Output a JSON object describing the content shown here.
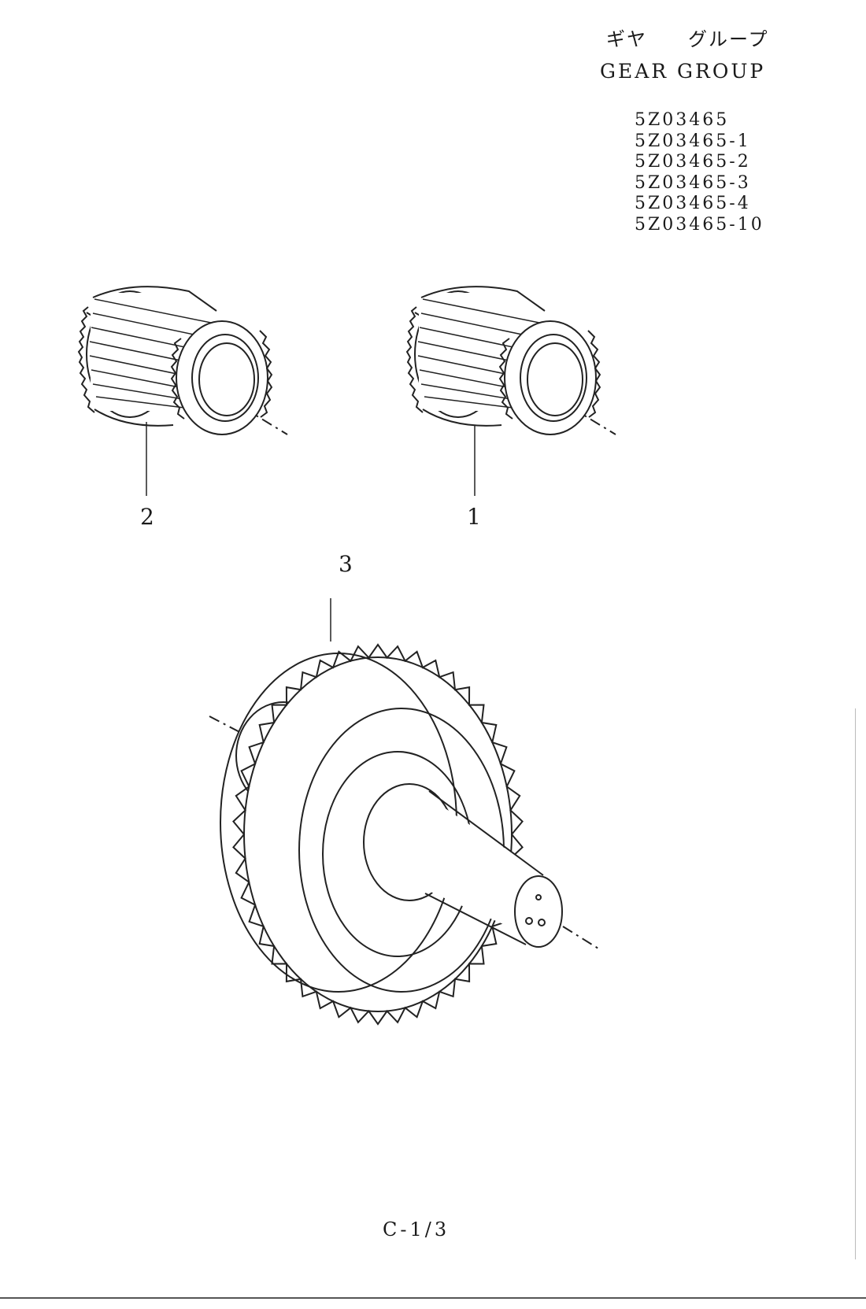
{
  "header": {
    "title_jp": "ギヤ　　グループ",
    "title_en": "GEAR GROUP",
    "models": [
      "5Z03465",
      "5Z03465-1",
      "5Z03465-2",
      "5Z03465-3",
      "5Z03465-4",
      "5Z03465-10"
    ]
  },
  "callouts": [
    "2",
    "1",
    "3"
  ],
  "footer": {
    "page": "C-1/3"
  }
}
